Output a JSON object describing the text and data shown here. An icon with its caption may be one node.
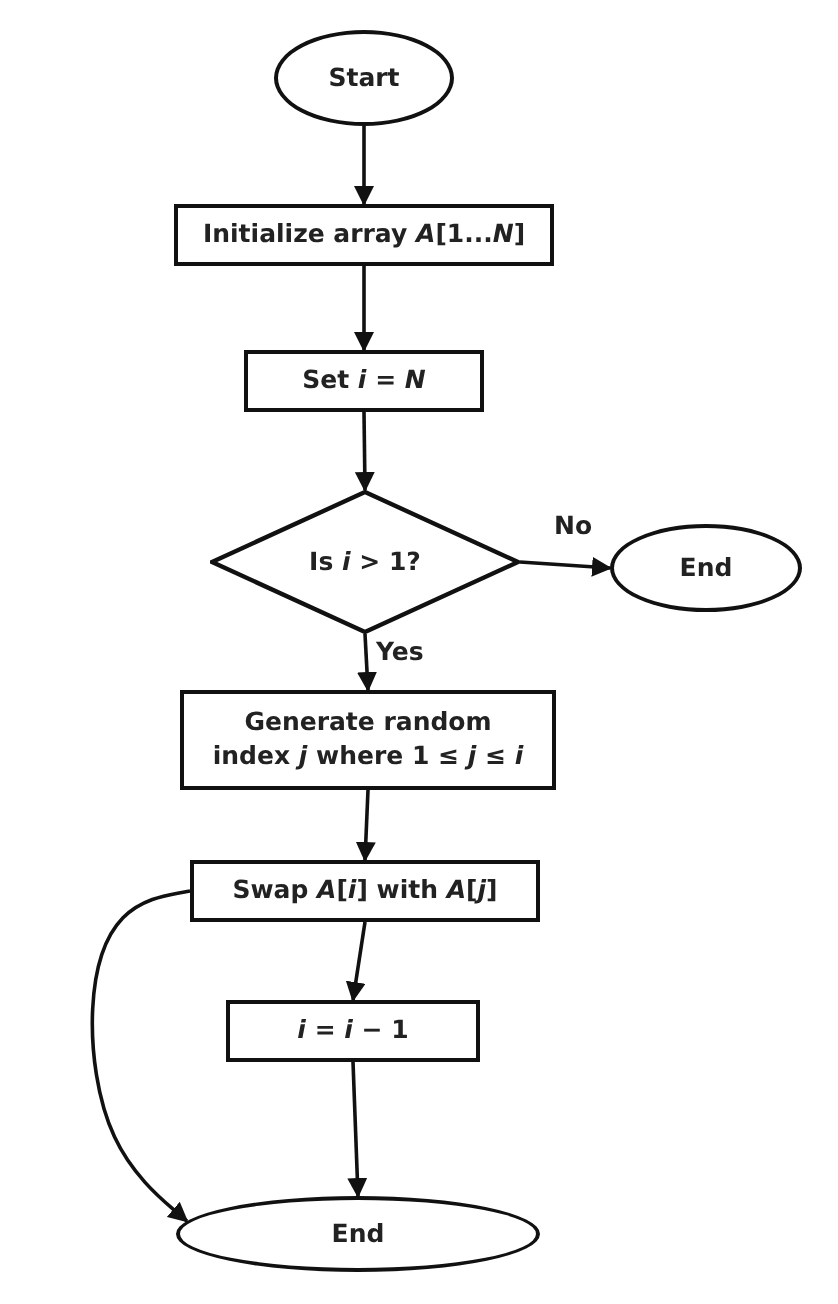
{
  "diagram": {
    "nodes": [
      {
        "text": [
          "Start"
        ]
      },
      {
        "text": [
          "Initialize array *A*[1...*N*]"
        ]
      },
      {
        "text": [
          "Set *i* = *N*"
        ]
      },
      {
        "text": [
          "Is *i* > 1?"
        ]
      },
      {
        "text": [
          "End"
        ]
      },
      {
        "text": [
          "Generate random index *j* where 1 ≤ *j* ≤ *i*"
        ]
      },
      {
        "text": [
          "Swap *A*[*i*] with *A*[*j*]"
        ]
      },
      {
        "text": [
          "*i* = *i* − 1"
        ]
      },
      {
        "text": [
          "End"
        ]
      }
    ],
    "edges": [
      {
        "from": 0,
        "to": 1,
        "arrow": "to"
      },
      {
        "from": 1,
        "to": 2,
        "arrow": "to"
      },
      {
        "from": 2,
        "to": 3,
        "arrow": "to"
      },
      {
        "from": 3,
        "to": 4,
        "arrow": "to",
        "label": "No"
      },
      {
        "from": 3,
        "to": 5,
        "arrow": "to",
        "label": "Yes"
      },
      {
        "from": 5,
        "to": 6,
        "arrow": "to"
      },
      {
        "from": 6,
        "to": 7,
        "arrow": "to"
      },
      {
        "from": 7,
        "to": 8,
        "arrow": "to"
      },
      {
        "from": 6,
        "to": 8,
        "arrow": "to"
      }
    ]
  }
}
